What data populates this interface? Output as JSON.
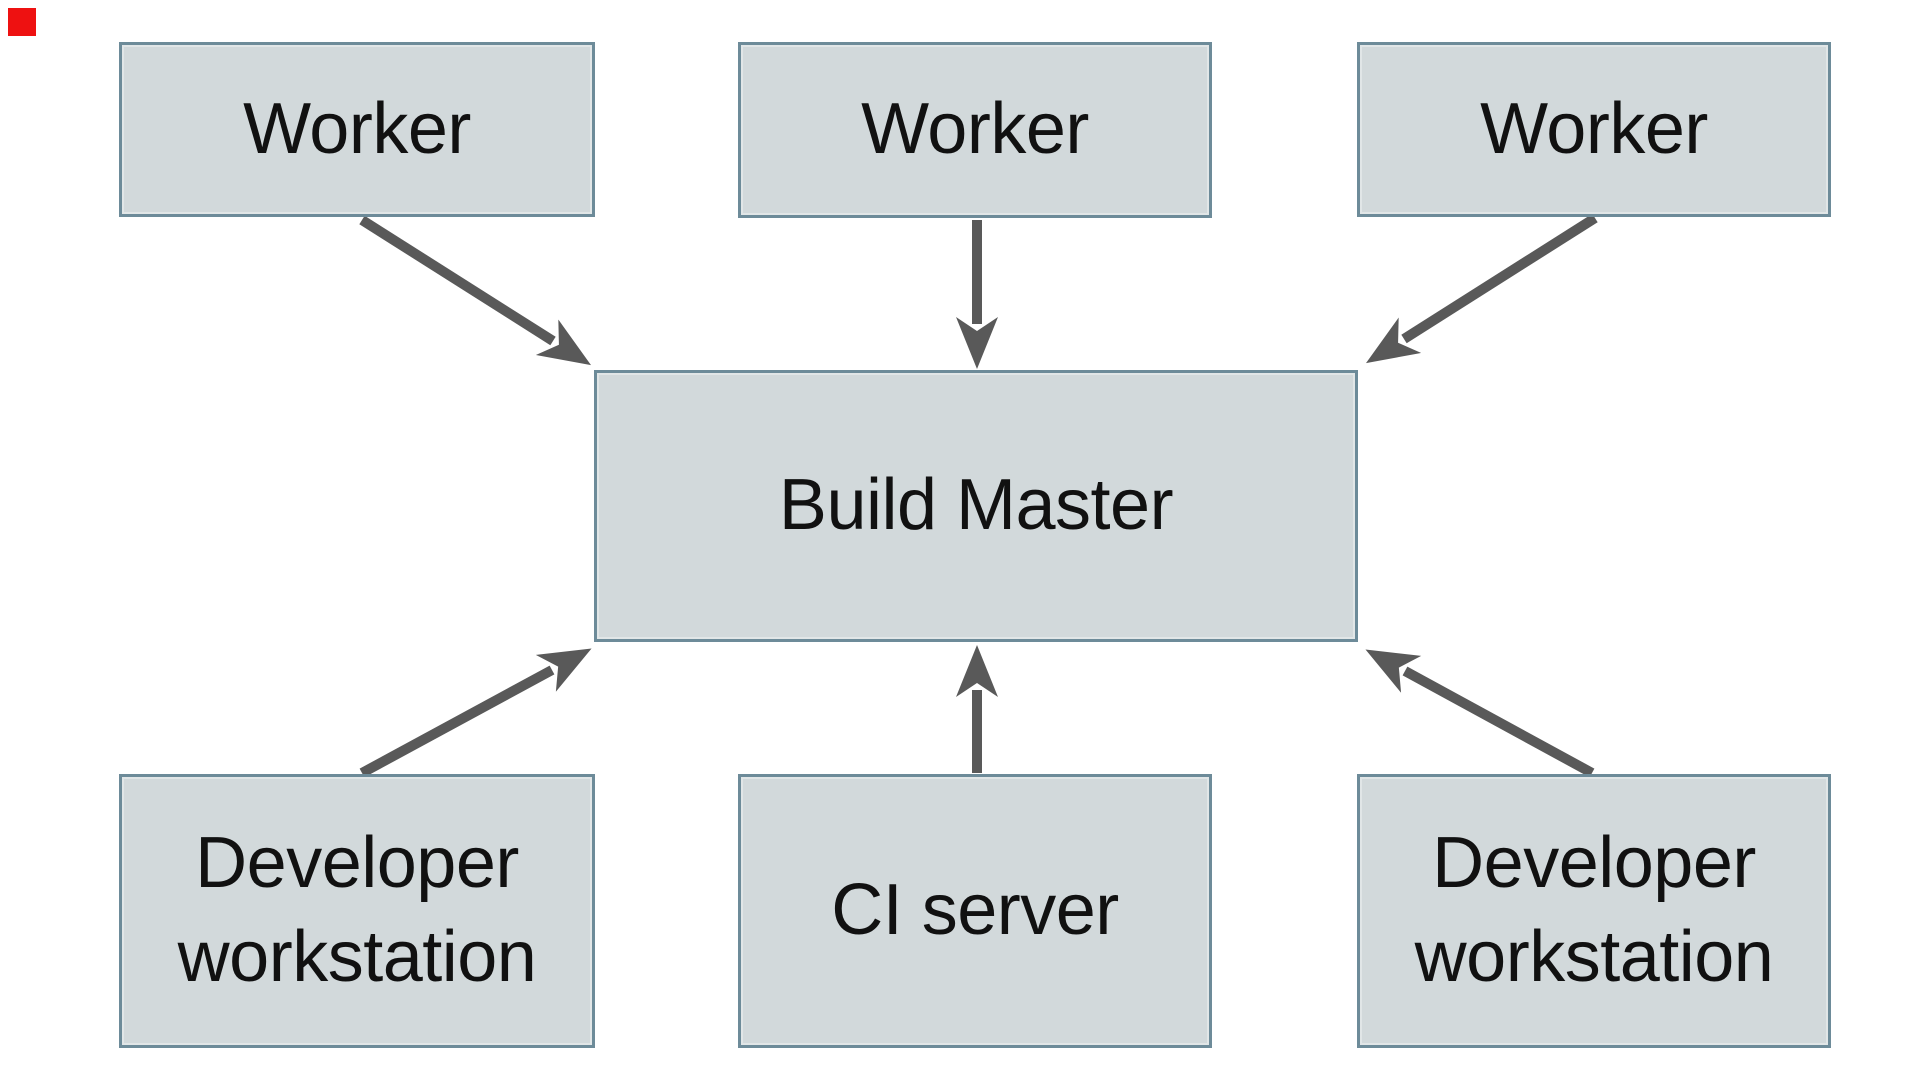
{
  "diagram": {
    "background_color": "#ffffff",
    "box_fill_color": "#d2d9db",
    "box_border_color": "#6d8b99",
    "arrow_color": "#595959",
    "text_color": "#111111",
    "marker_color": "#ee1111",
    "nodes": [
      {
        "id": "worker-1",
        "label": "Worker"
      },
      {
        "id": "worker-2",
        "label": "Worker"
      },
      {
        "id": "worker-3",
        "label": "Worker"
      },
      {
        "id": "build-master",
        "label": "Build Master"
      },
      {
        "id": "developer-workstation-1",
        "label": "Developer workstation"
      },
      {
        "id": "ci-server",
        "label": "CI server"
      },
      {
        "id": "developer-workstation-2",
        "label": "Developer workstation"
      }
    ],
    "edges": [
      {
        "from": "worker-1",
        "to": "build-master"
      },
      {
        "from": "worker-2",
        "to": "build-master"
      },
      {
        "from": "worker-3",
        "to": "build-master"
      },
      {
        "from": "developer-workstation-1",
        "to": "build-master"
      },
      {
        "from": "ci-server",
        "to": "build-master"
      },
      {
        "from": "developer-workstation-2",
        "to": "build-master"
      }
    ]
  }
}
